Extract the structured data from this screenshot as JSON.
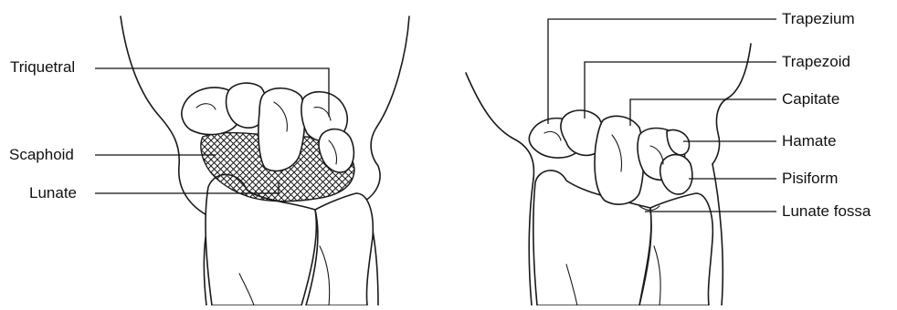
{
  "figure": {
    "left_view": {
      "labels": {
        "triquetral": "Triquetral",
        "scaphoid": "Scaphoid",
        "lunate": "Lunate"
      }
    },
    "right_view": {
      "labels": {
        "trapezium": "Trapezium",
        "trapezoid": "Trapezoid",
        "capitate": "Capitate",
        "hamate": "Hamate",
        "pisiform": "Pisiform",
        "lunate_fossa": "Lunate fossa"
      }
    }
  }
}
